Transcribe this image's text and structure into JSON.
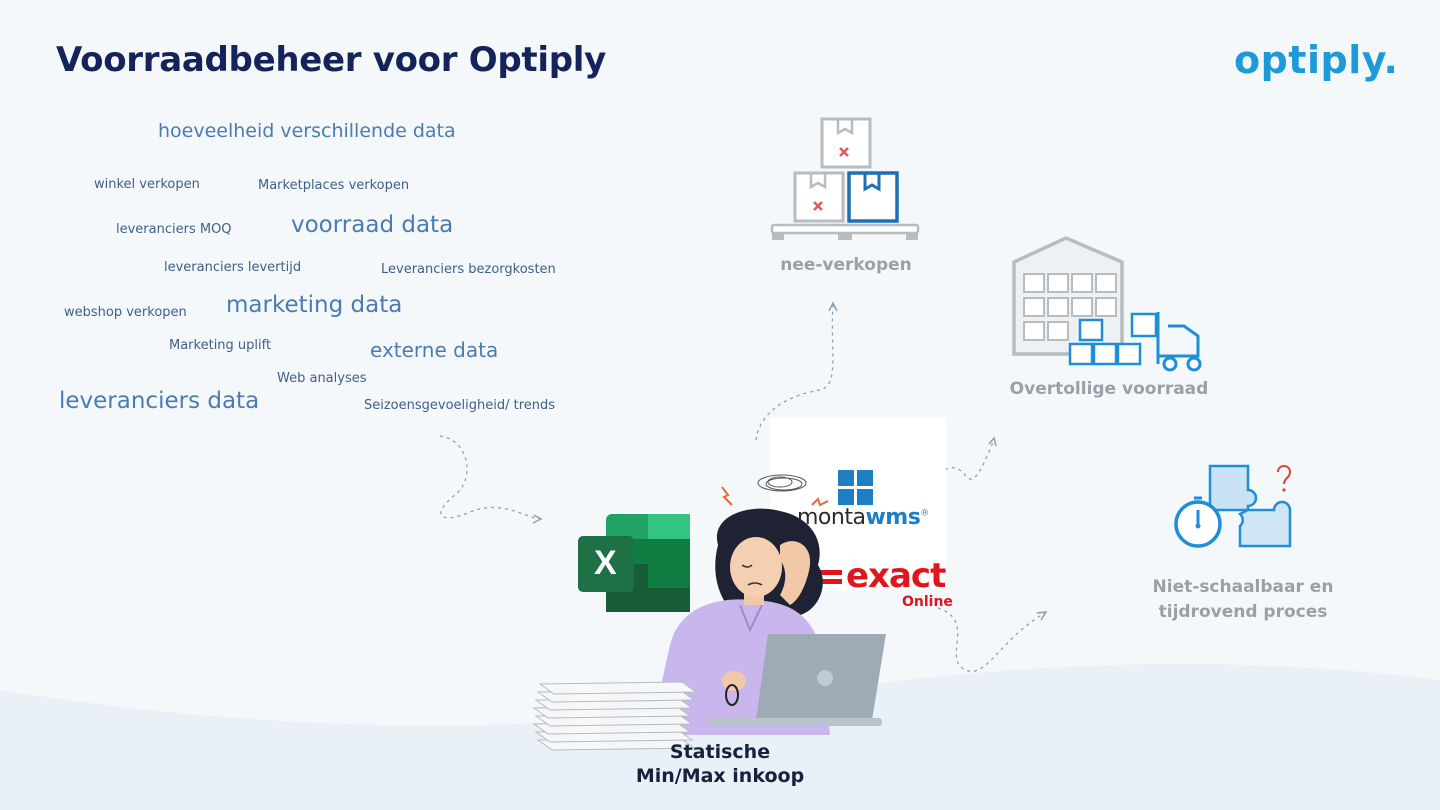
{
  "title": "Voorraadbeheer voor Optiply",
  "logo": "optiply.",
  "word_cloud": [
    "hoeveelheid verschillende data",
    "winkel verkopen",
    "Marketplaces verkopen",
    "leveranciers MOQ",
    "voorraad data",
    "leveranciers levertijd",
    "Leveranciers bezorgkosten",
    "webshop verkopen",
    "marketing data",
    "Marketing uplift",
    "externe data",
    "Web analyses",
    "leveranciers data",
    "Seizoensgevoeligheid/ trends"
  ],
  "problems": {
    "nee_verkopen": "nee-verkopen",
    "overtollig": "Overtollige voorraad",
    "niet_schaalbaar_1": "Niet-schaalbaar en",
    "niet_schaalbaar_2": "tijdrovend proces"
  },
  "center": {
    "label_1": "Statische",
    "label_2": "Min/Max inkoop"
  },
  "tools": {
    "monta_1": "monta",
    "monta_2": "wms",
    "monta_reg": "®",
    "exact": "exact",
    "online": "Online",
    "excel": "X"
  },
  "colors": {
    "title": "#14235a",
    "brand": "#1d9bd9",
    "cloud_text": "#3f5f86",
    "cloud_emphasis": "#4a7cb2",
    "muted_label": "#9aa0a7",
    "excel_green": "#1e7145",
    "exact_red": "#e0161f"
  }
}
